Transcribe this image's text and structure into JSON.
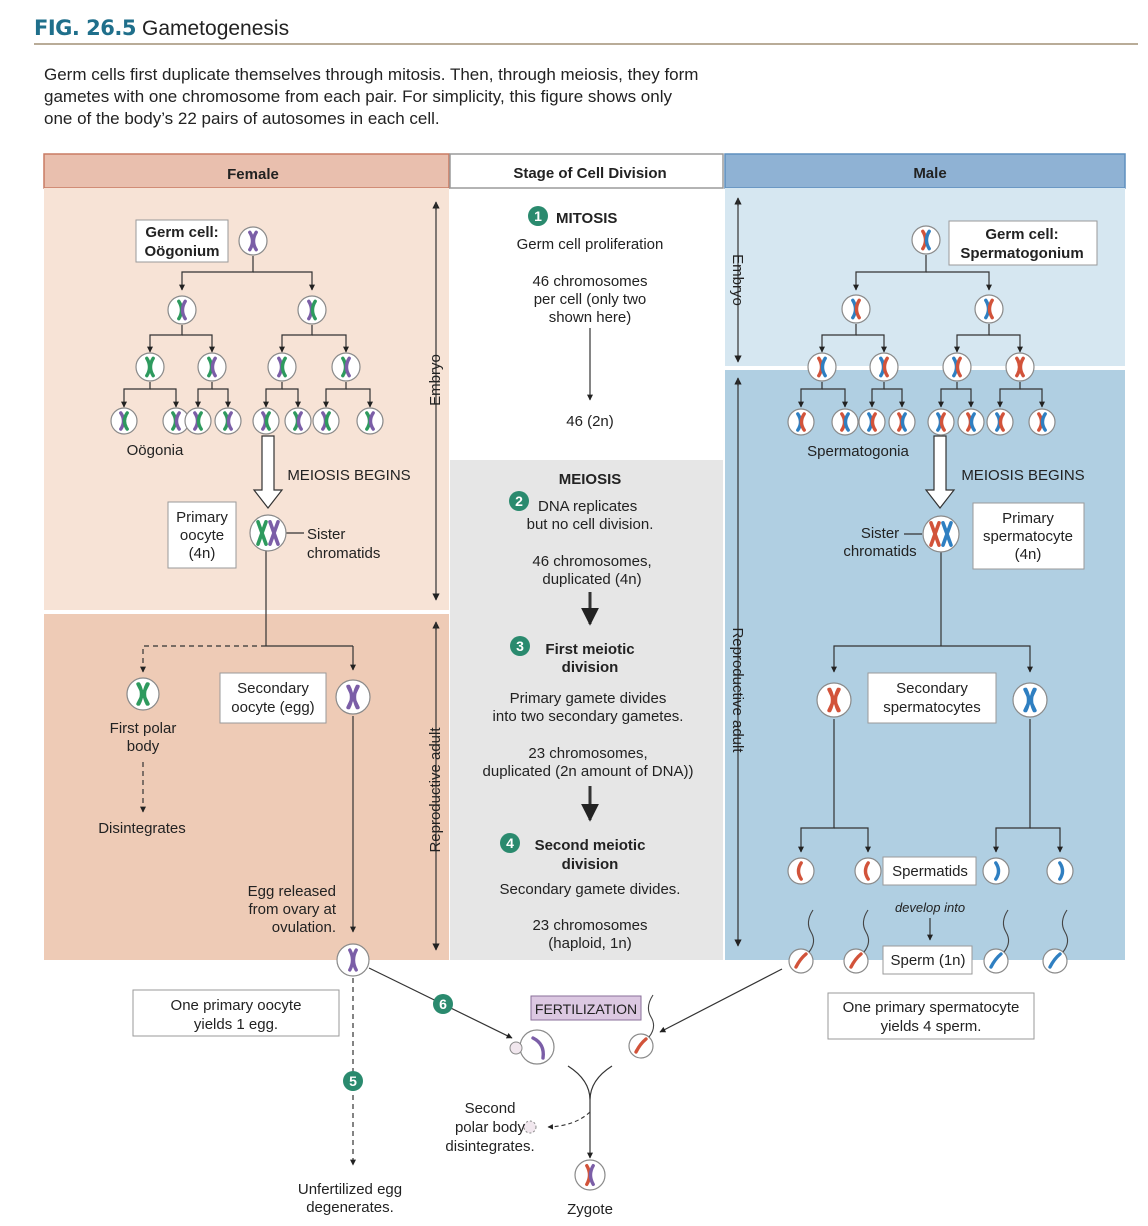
{
  "figure": {
    "number": "FIG. 26.5",
    "title": "Gametogenesis",
    "intro": "Germ cells first duplicate themselves through mitosis. Then, through meiosis, they form gametes with one chromosome from each pair. For simplicity, this figure shows only one of the body’s 22 pairs of autosomes in each cell."
  },
  "columns": {
    "female": "Female",
    "stage": "Stage of Cell Division",
    "male": "Male"
  },
  "side_labels": {
    "embryo": "Embryo",
    "adult": "Reproductive adult"
  },
  "female": {
    "germ_cell_line1": "Germ cell:",
    "germ_cell_line2": "Oögonium",
    "oogonia": "Oögonia",
    "meiosis_begins": "MEIOSIS BEGINS",
    "primary_oocyte": [
      "Primary",
      "oocyte",
      "(4n)"
    ],
    "sister_chromatids": [
      "Sister",
      "chromatids"
    ],
    "first_polar_body": [
      "First polar",
      "body"
    ],
    "disintegrates": "Disintegrates",
    "secondary_oocyte": [
      "Secondary",
      "oocyte (egg)"
    ],
    "egg_released": [
      "Egg released",
      "from ovary at",
      "ovulation."
    ],
    "yield": [
      "One primary oocyte",
      "yields 1 egg."
    ],
    "unfertilized": [
      "Unfertilized egg",
      "degenerates."
    ]
  },
  "stages": {
    "mitosis": {
      "num": "1",
      "title": "MITOSIS",
      "sub": "Germ cell proliferation",
      "chrom": [
        "46 chromosomes",
        "per cell (only two",
        "shown here)"
      ],
      "result": "46 (2n)"
    },
    "meiosis": "MEIOSIS",
    "step2": {
      "num": "2",
      "line1": "DNA replicates",
      "line2": "but no cell division.",
      "chrom": [
        "46 chromosomes,",
        "duplicated (4n)"
      ]
    },
    "step3": {
      "num": "3",
      "title": [
        "First meiotic",
        "division"
      ],
      "desc": [
        "Primary gamete divides",
        "into two secondary gametes."
      ],
      "chrom": [
        "23 chromosomes,",
        "duplicated (2n amount of DNA))"
      ]
    },
    "step4": {
      "num": "4",
      "title": [
        "Second meiotic",
        "division"
      ],
      "desc": "Secondary gamete divides.",
      "chrom": [
        "23 chromosomes",
        "(haploid, 1n)"
      ]
    }
  },
  "male": {
    "germ_cell_line1": "Germ cell:",
    "germ_cell_line2": "Spermatogonium",
    "spermatogonia": "Spermatogonia",
    "meiosis_begins": "MEIOSIS BEGINS",
    "sister_chromatids": [
      "Sister",
      "chromatids"
    ],
    "primary_spermatocyte": [
      "Primary",
      "spermatocyte",
      "(4n)"
    ],
    "secondary_spermatocytes": [
      "Secondary",
      "spermatocytes"
    ],
    "spermatids": "Spermatids",
    "develop_into": "develop into",
    "sperm": "Sperm (1n)",
    "yield": [
      "One primary spermatocyte",
      "yields 4 sperm."
    ]
  },
  "bottom": {
    "step5": "5",
    "step6": "6",
    "fertilization": "FERTILIZATION",
    "second_polar": [
      "Second",
      "polar body",
      "disintegrates."
    ],
    "zygote": "Zygote"
  },
  "colors": {
    "female_header": "#e9bfae",
    "female_embryo": "#f7e3d6",
    "female_adult": "#eecbb6",
    "male_header": "#8fb2d4",
    "male_embryo": "#d6e7f1",
    "male_adult": "#b0cfe2",
    "stage_meiosis": "#e6e6e6",
    "step_badge": "#2a8a6e",
    "chrom_green": "#2e9a5e",
    "chrom_purple": "#7b5ea7",
    "chrom_red": "#d2533a",
    "chrom_blue": "#2f7fc1",
    "fert_box": "#dcc8e2"
  }
}
